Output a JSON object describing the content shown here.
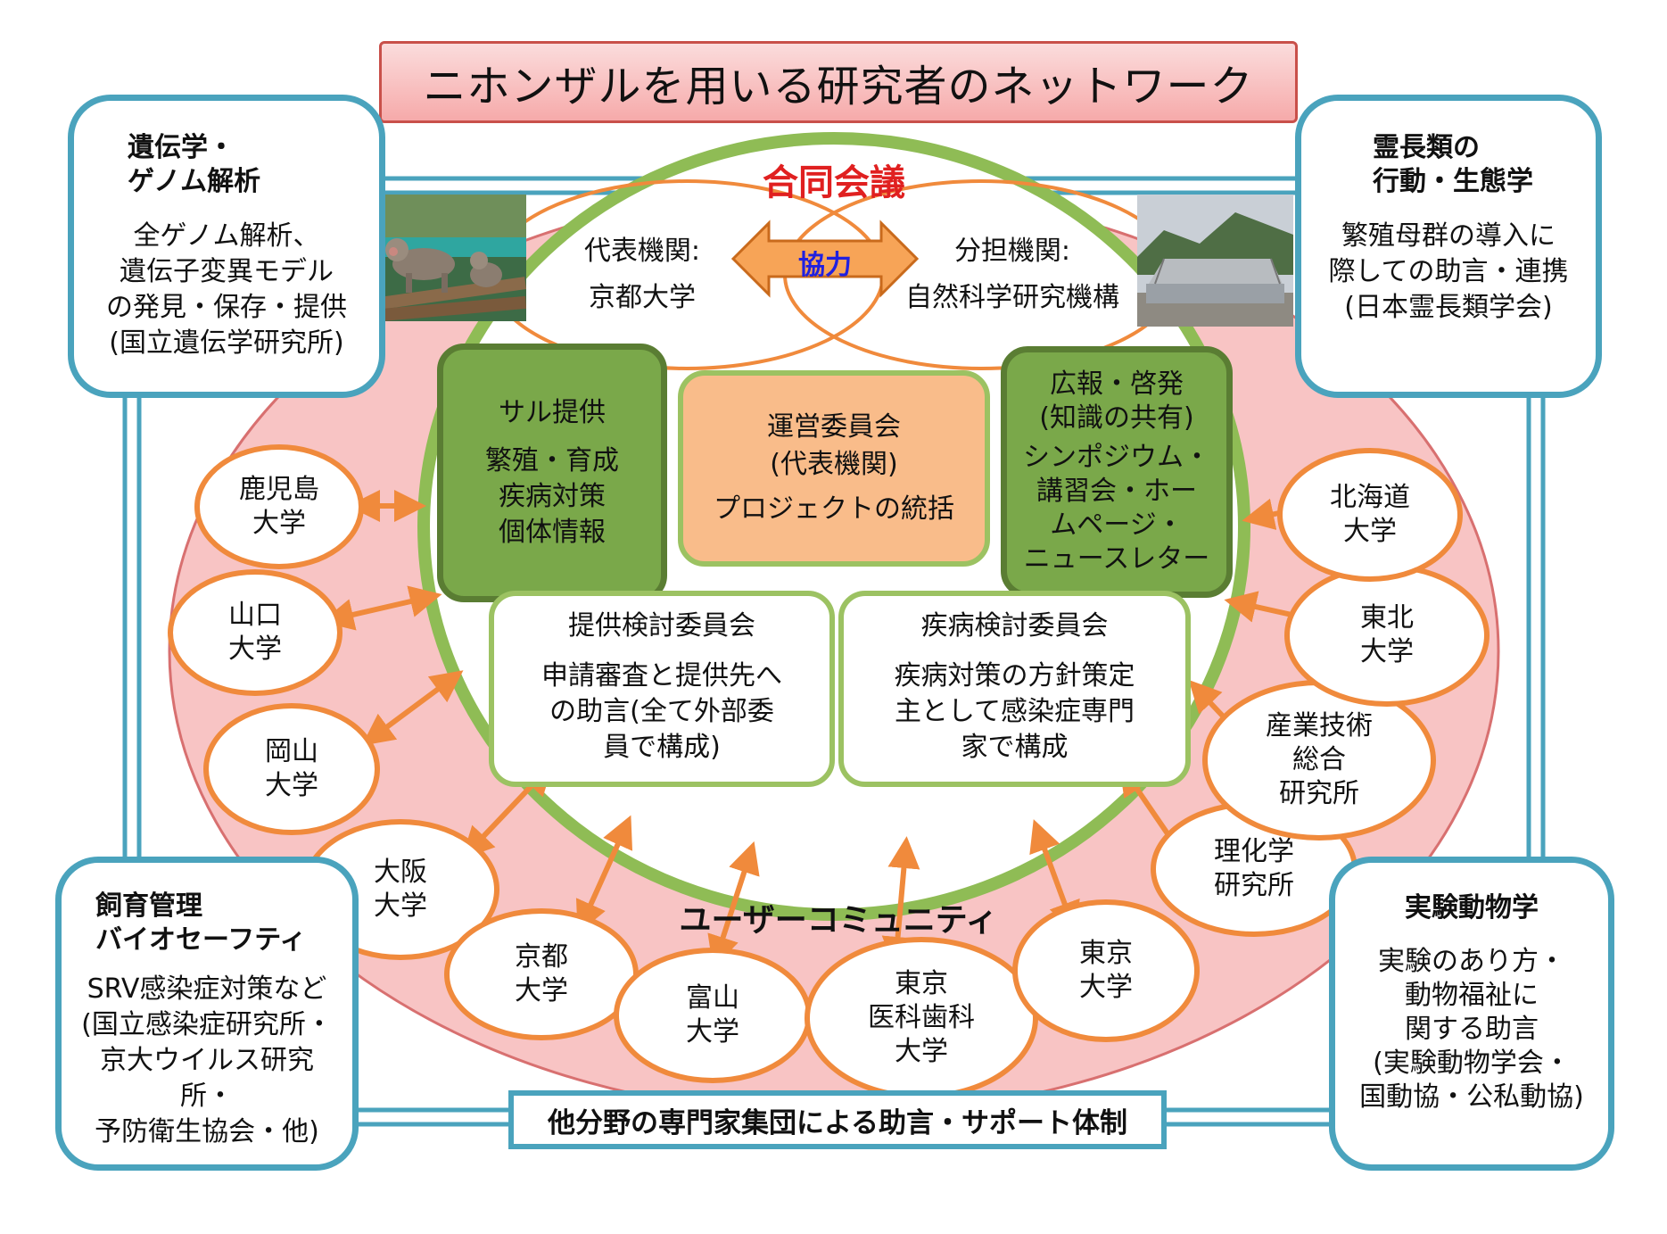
{
  "title": "ニホンザルを用いる研究者のネットワーク",
  "joint_meeting": "合同会議",
  "representative": {
    "label": "代表機関:",
    "name": "京都大学"
  },
  "cooperation": "協力",
  "shared": {
    "label": "分担機関:",
    "name": "自然科学研究機構"
  },
  "monkey_supply": {
    "title": "サル提供",
    "lines": [
      "繁殖・育成",
      "疾病対策",
      "個体情報"
    ]
  },
  "steering": {
    "title": "運営委員会",
    "sub": "(代表機関)",
    "desc": "プロジェクトの統括"
  },
  "pr": {
    "title": "広報・啓発",
    "sub": "(知識の共有)",
    "lines": [
      "シンポジウム・",
      "講習会・ホー",
      "ムページ・",
      "ニュースレター"
    ]
  },
  "supply_committee": {
    "title": "提供検討委員会",
    "lines": [
      "申請審査と提供先へ",
      "の助言(全て外部委",
      "員で構成)"
    ]
  },
  "disease_committee": {
    "title": "疾病検討委員会",
    "lines": [
      "疾病対策の方針策定",
      "主として感染症専門",
      "家で構成"
    ]
  },
  "user_community": "ユーザーコミュニティ",
  "support_system": "他分野の専門家集団による助言・サポート体制",
  "experts": {
    "genetics": {
      "heading": [
        "遺伝学・",
        "ゲノム解析"
      ],
      "body": [
        "全ゲノム解析、",
        "遺伝子変異モデル",
        "の発見・保存・提供",
        "(国立遺伝学研究所)"
      ]
    },
    "primatology": {
      "heading": [
        "霊長類の",
        "行動・生態学"
      ],
      "body": [
        "繁殖母群の導入に",
        "際しての助言・連携",
        "(日本霊長類学会)"
      ]
    },
    "biosafety": {
      "heading": [
        "飼育管理",
        "バイオセーフティ"
      ],
      "body": [
        "SRV感染症対策など",
        "(国立感染症研究所・",
        "京大ウイルス研究所・",
        "予防衛生協会・他)"
      ]
    },
    "lab_animal": {
      "heading": [
        "実験動物学"
      ],
      "body": [
        "実験のあり方・",
        "動物福祉に",
        "関する助言",
        "(実験動物学会・",
        "国動協・公私動協)"
      ]
    }
  },
  "universities": {
    "kagoshima": [
      "鹿児島",
      "大学"
    ],
    "yamaguchi": [
      "山口",
      "大学"
    ],
    "okayama": [
      "岡山",
      "大学"
    ],
    "osaka": [
      "大阪",
      "大学"
    ],
    "kyoto": [
      "京都",
      "大学"
    ],
    "toyama": [
      "富山",
      "大学"
    ],
    "tmdu": [
      "東京",
      "医科歯科",
      "大学"
    ],
    "tokyo": [
      "東京",
      "大学"
    ],
    "riken": [
      "理化学",
      "研究所"
    ],
    "aist": [
      "産業技術",
      "総合",
      "研究所"
    ],
    "tohoku": [
      "東北",
      "大学"
    ],
    "hokkaido": [
      "北海道",
      "大学"
    ]
  },
  "colors": {
    "teal": "#4aa3bd",
    "pink": "#f8c4c4",
    "green": "#8fbc55",
    "orange": "#f08a3c",
    "red": "#e02020"
  }
}
